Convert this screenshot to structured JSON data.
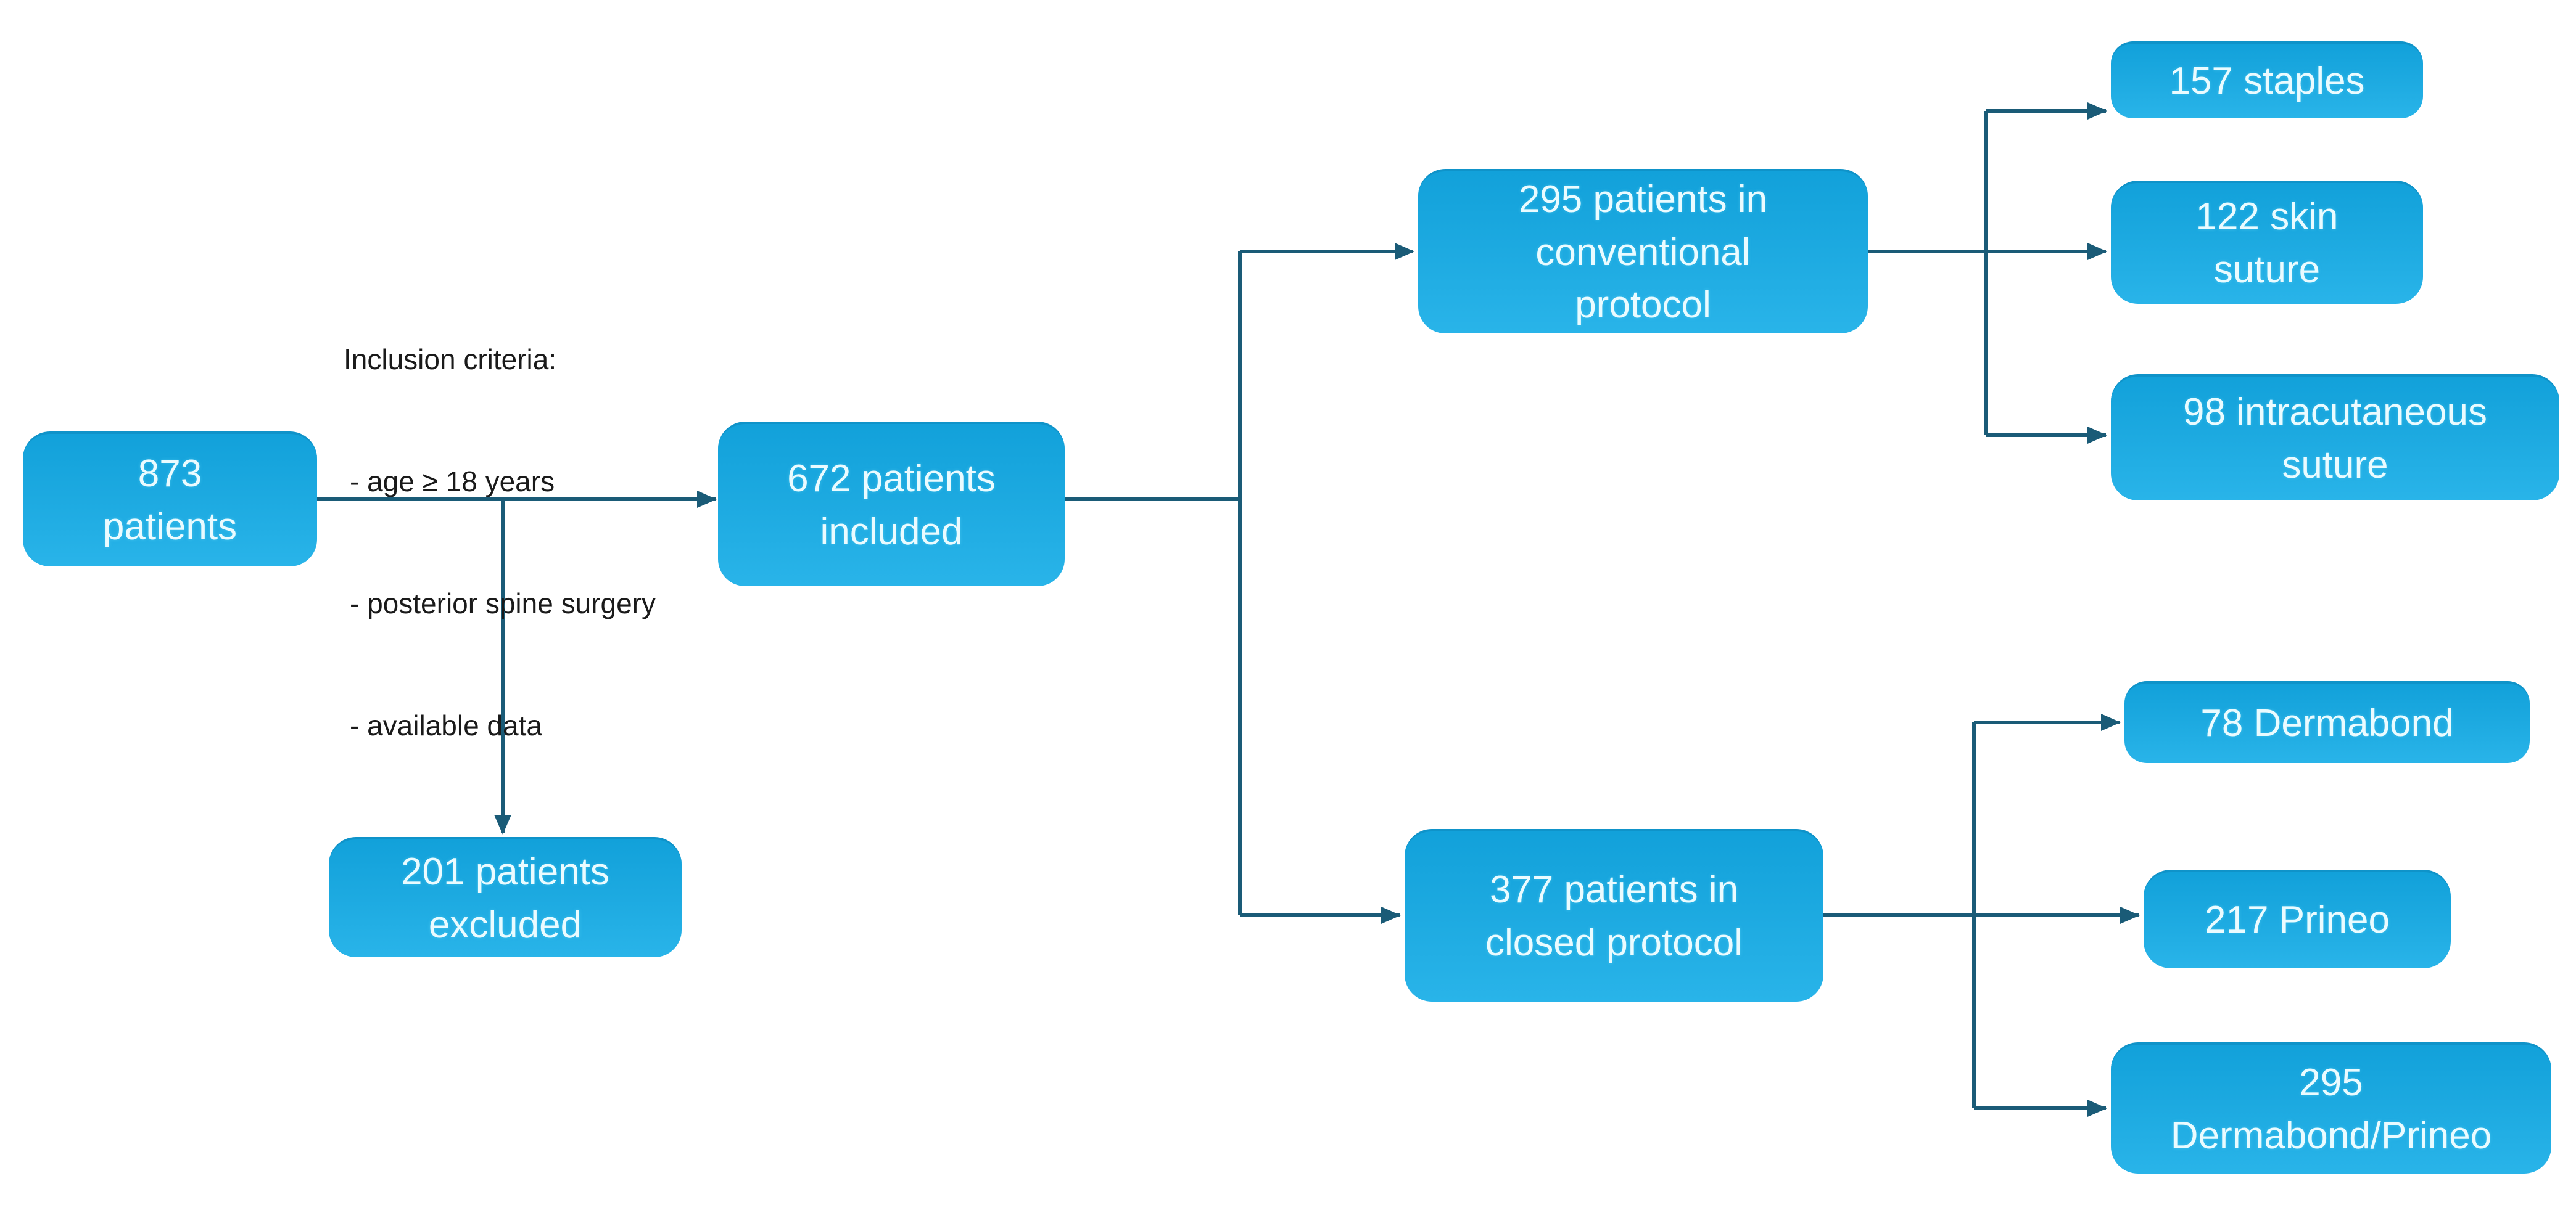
{
  "diagram": {
    "kind": "flowchart",
    "colors": {
      "node_fill_top": "#12a1da",
      "node_fill_bottom": "#29b4e9",
      "node_top_edge": "#0f93c9",
      "node_text": "#eafbff",
      "connector": "#1a5b77",
      "annotation_text": "#1a1a1a",
      "background": "#ffffff"
    },
    "annotation": {
      "heading": "Inclusion criteria:",
      "items": [
        "- age ≥ 18 years",
        "- posterior spine surgery",
        "- available data"
      ]
    },
    "nodes": {
      "total": {
        "label": "873\npatients"
      },
      "included": {
        "label": "672 patients\nincluded"
      },
      "excluded": {
        "label": "201 patients\nexcluded"
      },
      "conventional": {
        "label": "295 patients in\nconventional\nprotocol"
      },
      "closed": {
        "label": "377 patients in\nclosed protocol"
      },
      "staples": {
        "label": "157 staples"
      },
      "skin_suture": {
        "label": "122 skin\nsuture"
      },
      "intracutaneous": {
        "label": "98 intracutaneous\nsuture"
      },
      "dermabond": {
        "label": "78 Dermabond"
      },
      "prineo": {
        "label": "217 Prineo"
      },
      "dermabond_prineo": {
        "label": "295\nDermabond/Prineo"
      }
    },
    "edges": [
      {
        "from": "total",
        "to": "included",
        "arrow": true
      },
      {
        "from": "total",
        "to": "excluded",
        "arrow": true
      },
      {
        "from": "included",
        "to": "conventional",
        "arrow": true
      },
      {
        "from": "included",
        "to": "closed",
        "arrow": true
      },
      {
        "from": "conventional",
        "to": "staples",
        "arrow": true
      },
      {
        "from": "conventional",
        "to": "skin_suture",
        "arrow": true
      },
      {
        "from": "conventional",
        "to": "intracutaneous",
        "arrow": true
      },
      {
        "from": "closed",
        "to": "dermabond",
        "arrow": true
      },
      {
        "from": "closed",
        "to": "prineo",
        "arrow": true
      },
      {
        "from": "closed",
        "to": "dermabond_prineo",
        "arrow": true
      }
    ]
  }
}
